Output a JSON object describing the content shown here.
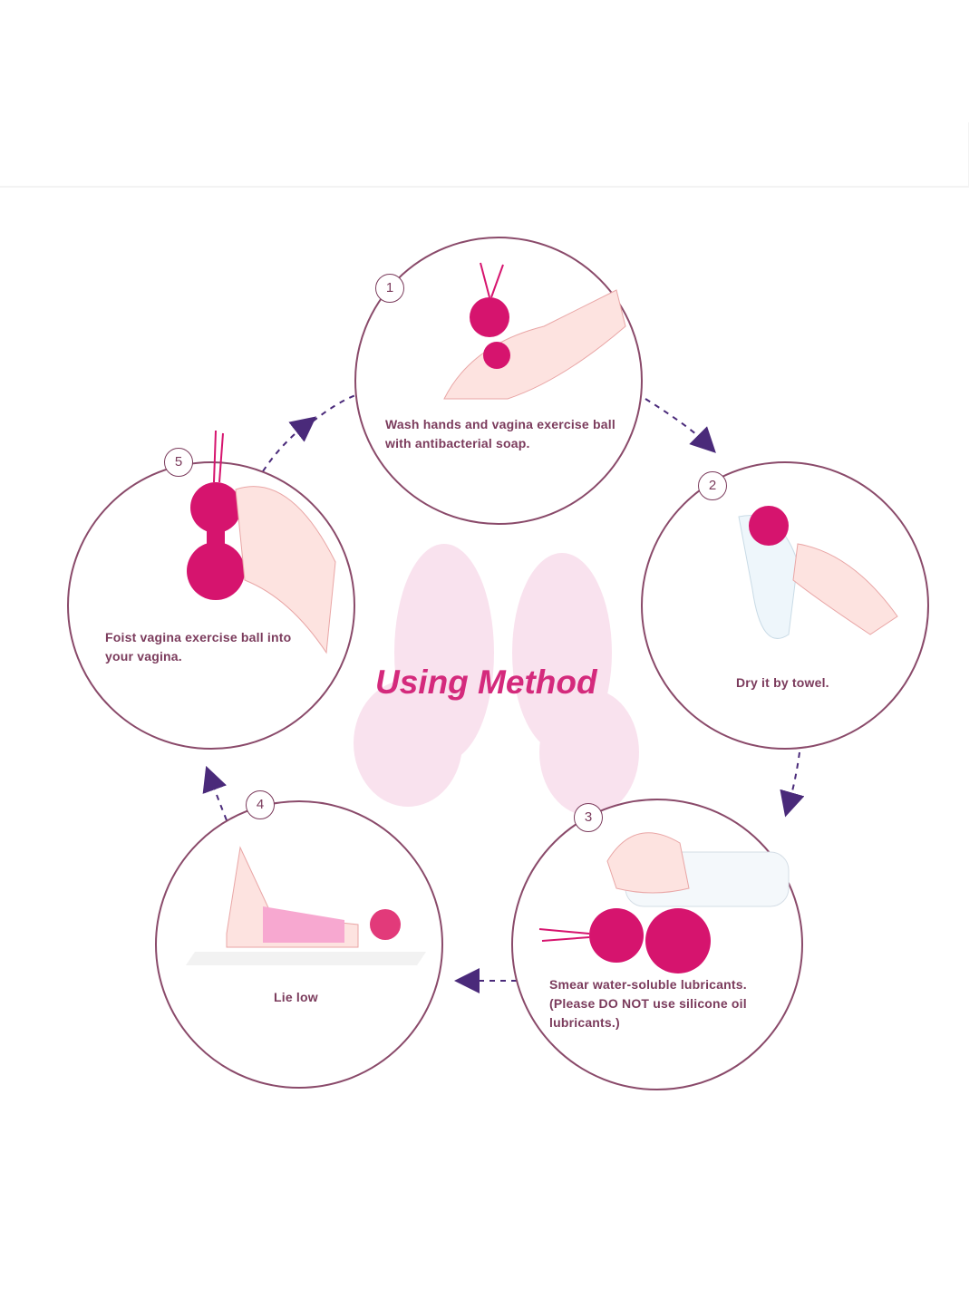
{
  "title": "Using Method",
  "steps": [
    {
      "number": "1",
      "caption": "Wash hands and vagina exercise ball with antibacterial soap."
    },
    {
      "number": "2",
      "caption": "Dry it by towel."
    },
    {
      "number": "3",
      "caption": "Smear water-soluble lubricants. (Please DO NOT use silicone oil lubricants.)"
    },
    {
      "number": "4",
      "caption": "Lie low"
    },
    {
      "number": "5",
      "caption": "Foist vagina exercise ball into your vagina."
    }
  ],
  "colors": {
    "accent": "#d42a7c",
    "ball": "#d6146e",
    "outline": "#7b3b5c",
    "faded": "#f4c6de"
  }
}
